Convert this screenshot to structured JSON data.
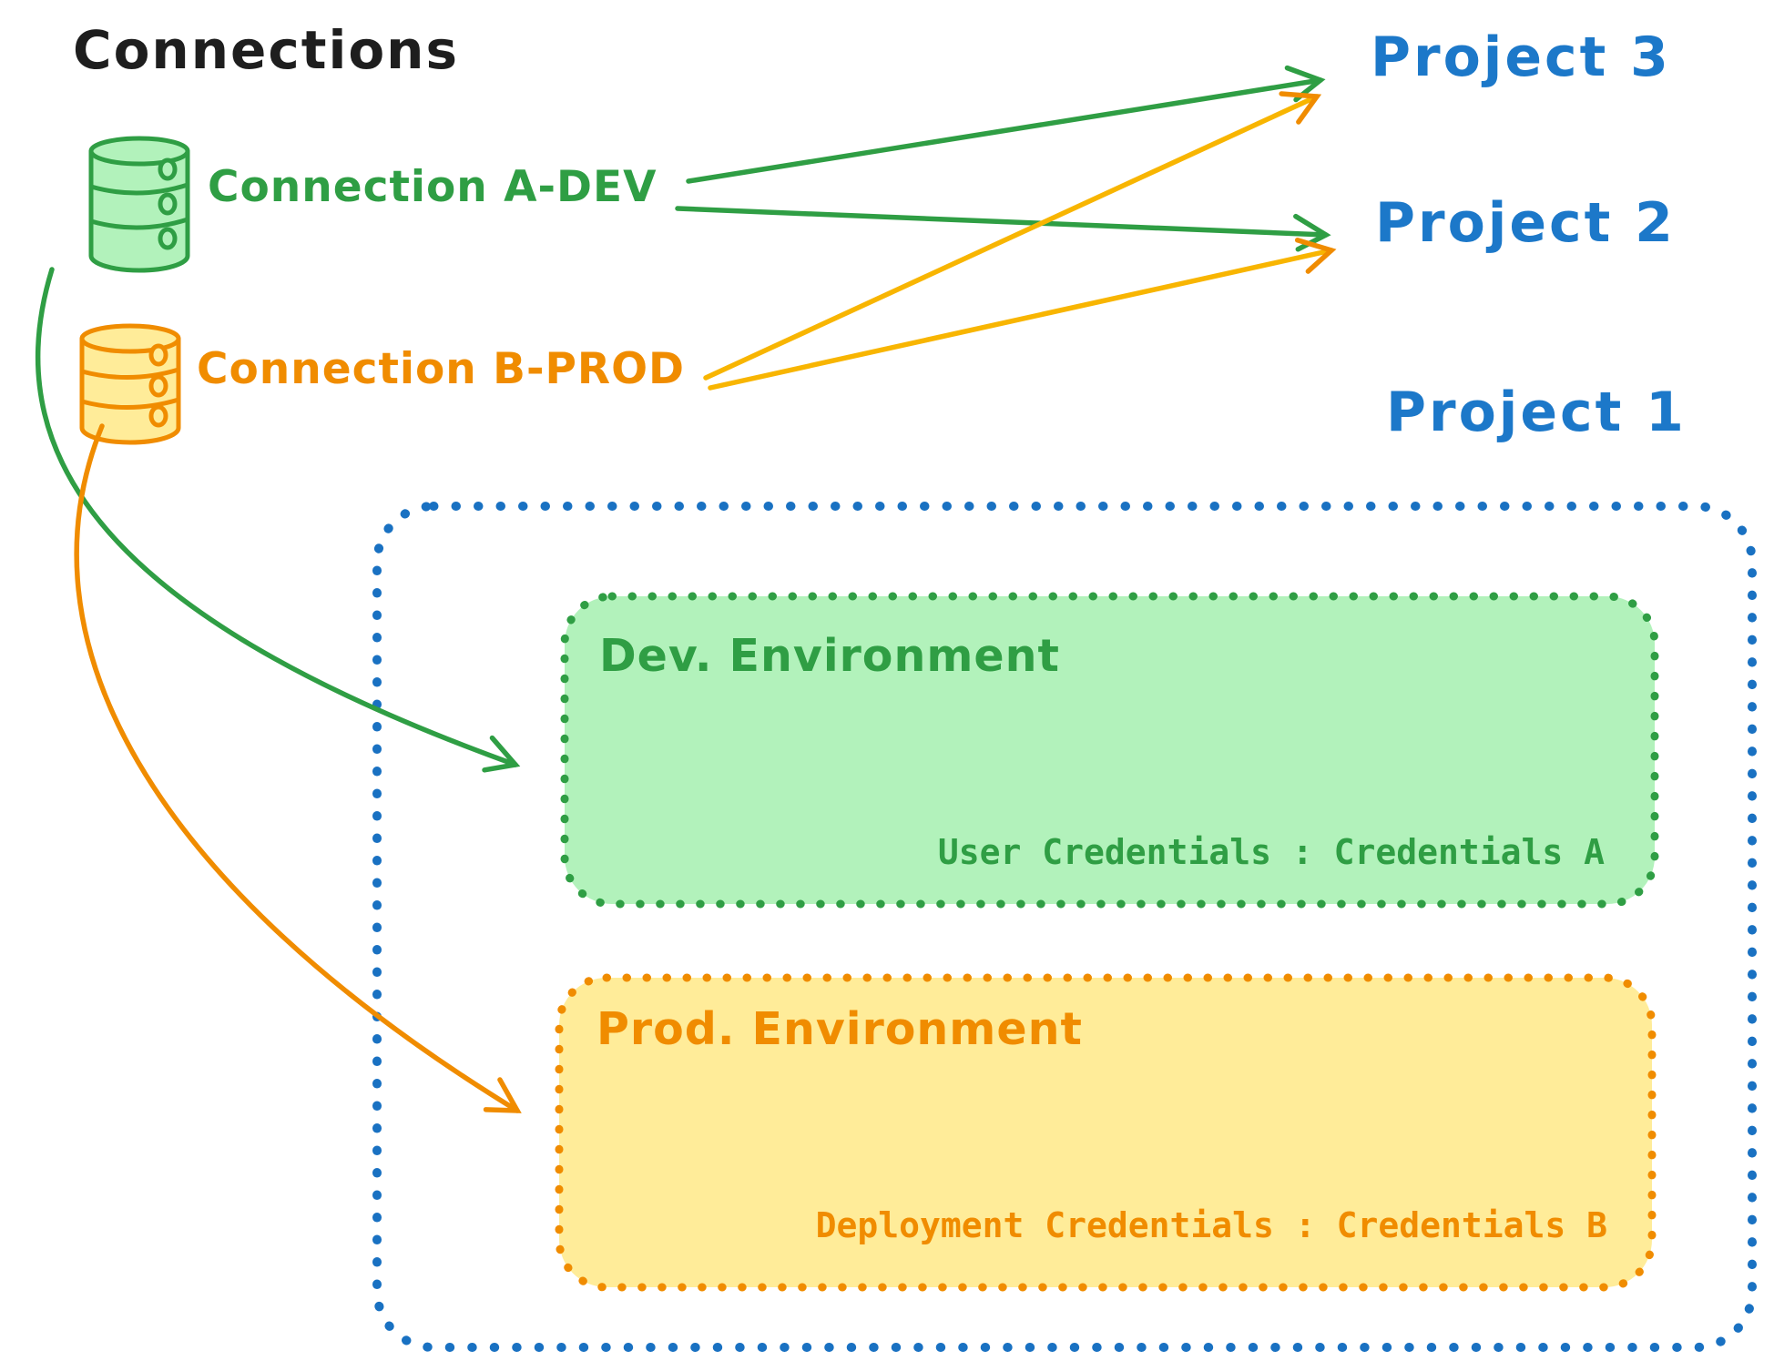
{
  "title": "Connections",
  "connections": [
    {
      "id": "a-dev",
      "label": "Connection A-DEV",
      "color": "#2f9e44",
      "icon": "database-cylinder"
    },
    {
      "id": "b-prod",
      "label": "Connection B-PROD",
      "color": "#f08c00",
      "icon": "database-cylinder"
    }
  ],
  "projects": [
    {
      "label": "Project 3"
    },
    {
      "label": "Project 2"
    },
    {
      "label": "Project 1"
    }
  ],
  "project1_box": {
    "dev_environment": {
      "title": "Dev. Environment",
      "credentials": "User Credentials : Credentials A"
    },
    "prod_environment": {
      "title": "Prod. Environment",
      "credentials": "Deployment Credentials : Credentials B"
    }
  },
  "edges": [
    {
      "from": "Connection A-DEV",
      "to": "Project 3",
      "color": "#2f9e44"
    },
    {
      "from": "Connection A-DEV",
      "to": "Project 2",
      "color": "#2f9e44"
    },
    {
      "from": "Connection B-PROD",
      "to": "Project 3",
      "color": "#f08c00"
    },
    {
      "from": "Connection B-PROD",
      "to": "Project 2",
      "color": "#f08c00"
    },
    {
      "from": "Connection A-DEV",
      "to": "Dev. Environment",
      "color": "#2f9e44"
    },
    {
      "from": "Connection B-PROD",
      "to": "Prod. Environment",
      "color": "#f08c00"
    }
  ],
  "colors": {
    "green": "#2f9e44",
    "green_fill": "#b2f2bb",
    "orange": "#f08c00",
    "orange_fill": "#ffec99",
    "blue": "#1971c2",
    "blue_text": "#1c78c9",
    "ink": "#1e1e1e"
  }
}
